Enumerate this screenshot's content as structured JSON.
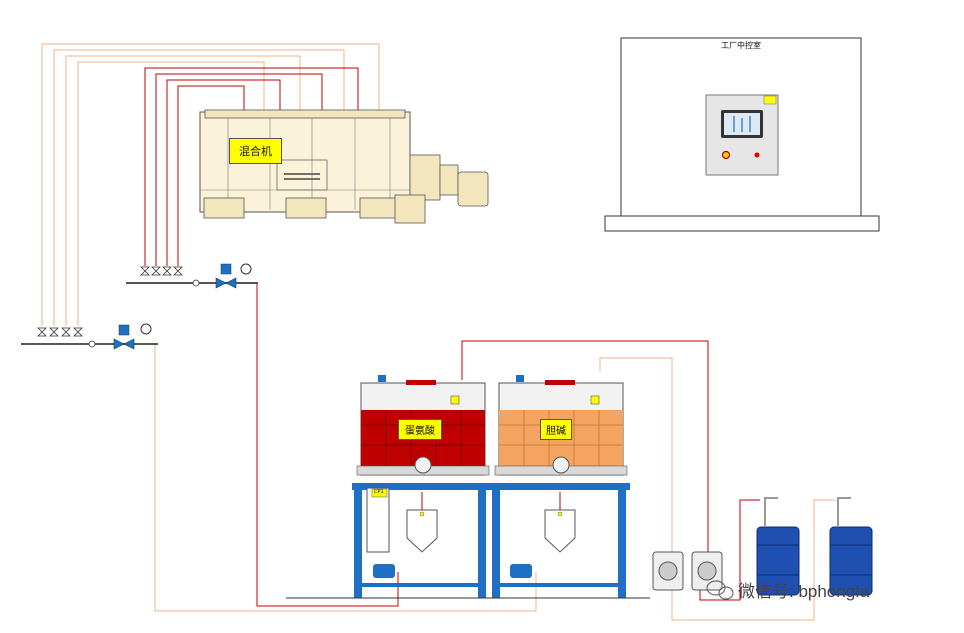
{
  "labels": {
    "mixer": "混合机",
    "control_room": "工厂中控室",
    "tank_left": "蛋氨酸",
    "tank_right": "胆碱",
    "panel_tag": "CP1",
    "watermark": "微信号: bphongfa"
  },
  "colors": {
    "red_line": "#c00000",
    "orange_line": "#f4b183",
    "frame_blue": "#1f6fc5",
    "mixer_body": "#fbf3d9",
    "tank_red": "#c00000",
    "tank_orange": "#f4a460",
    "label_yellow": "#ffff00",
    "drum_blue": "#1f4fb0"
  }
}
